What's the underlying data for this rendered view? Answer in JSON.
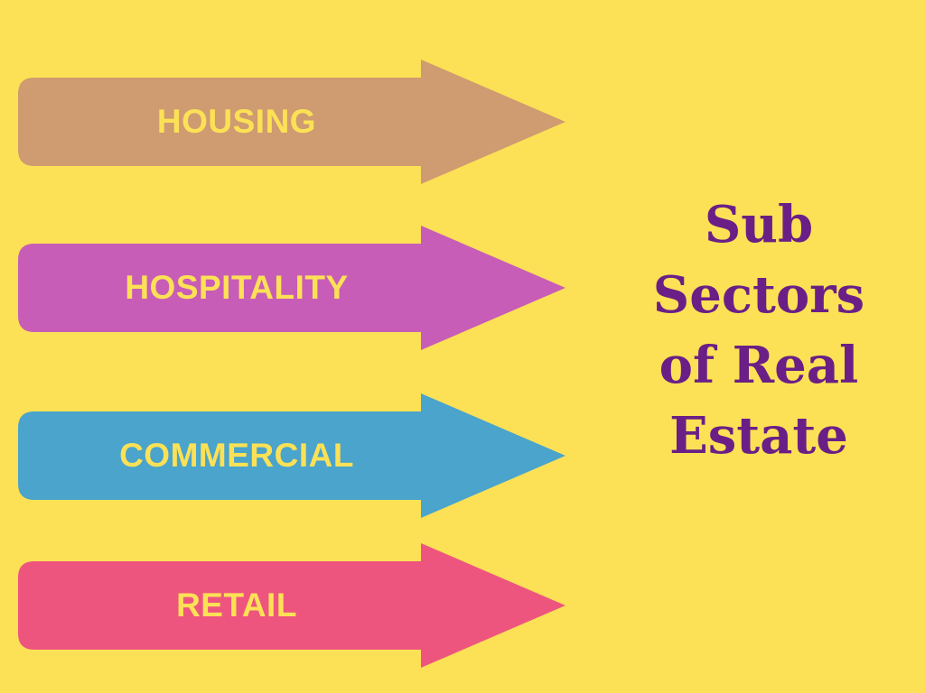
{
  "colors": {
    "background": "#FCE156",
    "label_text": "#FCE156",
    "title_text": "#6A1F86"
  },
  "arrows": [
    {
      "label": "HOUSING",
      "color": "#CF9B70"
    },
    {
      "label": "HOSPITALITY",
      "color": "#C85DB7"
    },
    {
      "label": "COMMERCIAL",
      "color": "#4AA4CB"
    },
    {
      "label": "RETAIL",
      "color": "#EE557E"
    }
  ],
  "title": {
    "lines": [
      "Sub",
      "Sectors",
      "of Real",
      "Estate"
    ]
  }
}
